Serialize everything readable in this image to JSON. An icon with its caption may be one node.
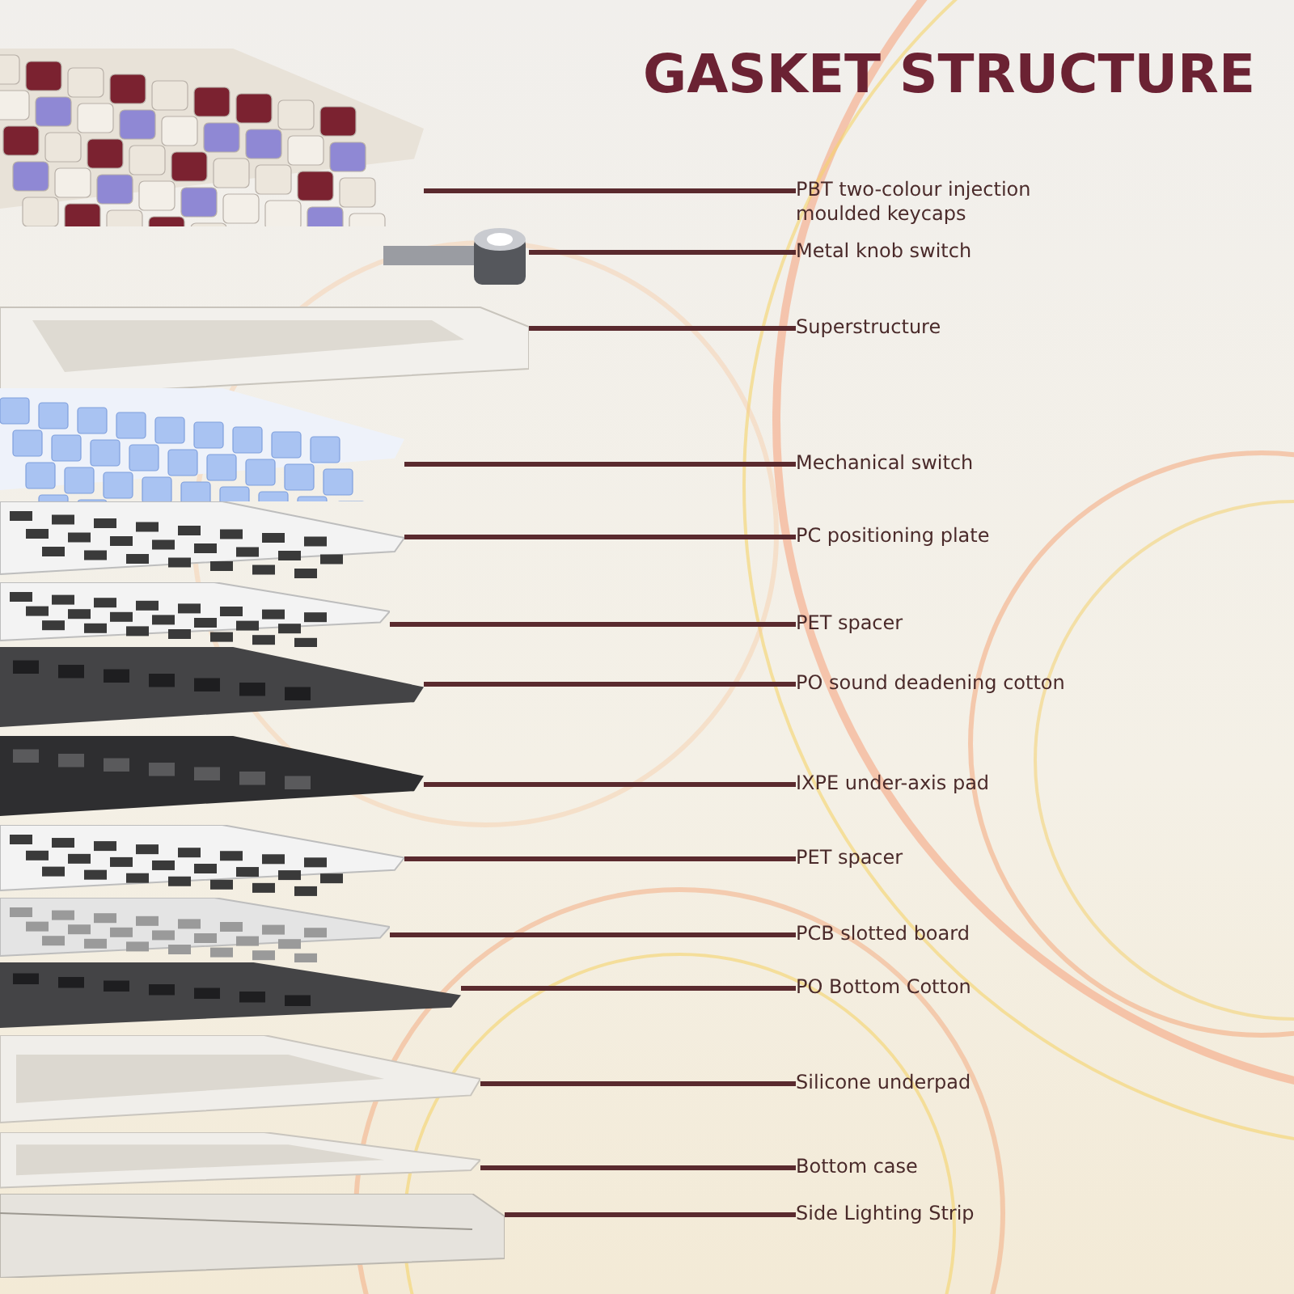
{
  "diagram": {
    "title": "GASKET STRUCTURE",
    "nodes": [
      {
        "text": [
          "PBT two-colour injection moulded keycaps"
        ]
      },
      {
        "text": [
          "Metal knob switch"
        ]
      },
      {
        "text": [
          "Superstructure"
        ]
      },
      {
        "text": [
          "Mechanical switch"
        ]
      },
      {
        "text": [
          "PC positioning plate"
        ]
      },
      {
        "text": [
          "PET spacer"
        ]
      },
      {
        "text": [
          "PO sound deadening cotton"
        ]
      },
      {
        "text": [
          "IXPE under-axis pad"
        ]
      },
      {
        "text": [
          "PET spacer"
        ]
      },
      {
        "text": [
          "PCB slotted board"
        ]
      },
      {
        "text": [
          "PO Bottom Cotton"
        ]
      },
      {
        "text": [
          "Silicone underpad"
        ]
      },
      {
        "text": [
          "Bottom case"
        ]
      },
      {
        "text": [
          "Side Lighting Strip"
        ]
      },
      {
        "text": [],
        "shape": "picture"
      },
      {
        "text": [],
        "shape": "picture"
      },
      {
        "text": [],
        "shape": "picture"
      },
      {
        "text": [],
        "shape": "picture"
      },
      {
        "text": [],
        "shape": "picture"
      },
      {
        "text": [],
        "shape": "picture"
      },
      {
        "text": [],
        "shape": "picture"
      },
      {
        "text": [],
        "shape": "picture"
      },
      {
        "text": [],
        "shape": "picture"
      },
      {
        "text": [],
        "shape": "picture"
      },
      {
        "text": [],
        "shape": "picture"
      },
      {
        "text": [],
        "shape": "picture"
      },
      {
        "text": [],
        "shape": "picture"
      },
      {
        "text": [],
        "shape": "picture"
      }
    ],
    "edges": [
      {
        "from": 0,
        "to": 14,
        "arrow": "none"
      },
      {
        "from": 1,
        "to": 15,
        "arrow": "none"
      },
      {
        "from": 2,
        "to": 16,
        "arrow": "none"
      },
      {
        "from": 3,
        "to": 17,
        "arrow": "none"
      },
      {
        "from": 4,
        "to": 18,
        "arrow": "none"
      },
      {
        "from": 5,
        "to": 19,
        "arrow": "none"
      },
      {
        "from": 6,
        "to": 20,
        "arrow": "none"
      },
      {
        "from": 7,
        "to": 21,
        "arrow": "none"
      },
      {
        "from": 8,
        "to": 22,
        "arrow": "none"
      },
      {
        "from": 9,
        "to": 23,
        "arrow": "none"
      },
      {
        "from": 10,
        "to": 24,
        "arrow": "none"
      },
      {
        "from": 11,
        "to": 25,
        "arrow": "none"
      },
      {
        "from": 12,
        "to": 26,
        "arrow": "none"
      },
      {
        "from": 13,
        "to": 27,
        "arrow": "none"
      }
    ]
  }
}
